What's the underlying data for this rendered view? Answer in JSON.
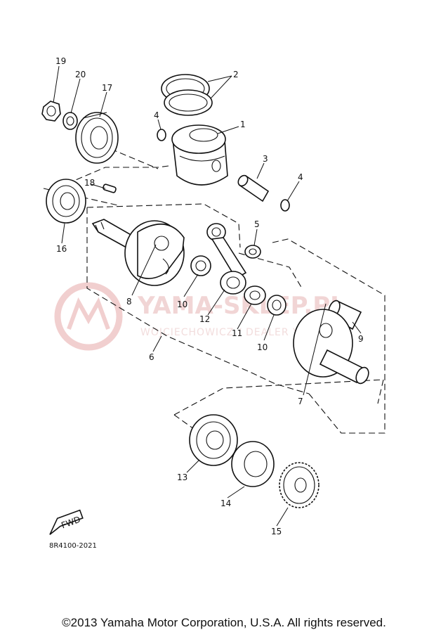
{
  "diagram": {
    "ref_code": "8R4100-2021",
    "copyright": "©2013 Yamaha Motor Corporation, U.S.A. All rights reserved.",
    "fwd_label": "FWD",
    "watermark": {
      "main": "YAMA-SKLEP.PL",
      "sub": "WOJCIECHOWICZ / DEALER YAMAHA"
    },
    "callouts": {
      "c1": "1",
      "c2": "2",
      "c3": "3",
      "c4a": "4",
      "c4b": "4",
      "c5": "5",
      "c6": "6",
      "c7": "7",
      "c8": "8",
      "c9": "9",
      "c10a": "10",
      "c10b": "10",
      "c11": "11",
      "c12": "12",
      "c13": "13",
      "c14": "14",
      "c15": "15",
      "c16": "16",
      "c17": "17",
      "c18": "18",
      "c19": "19",
      "c20": "20"
    }
  },
  "colors": {
    "line": "#111111",
    "watermark": "#e7b4b4"
  }
}
